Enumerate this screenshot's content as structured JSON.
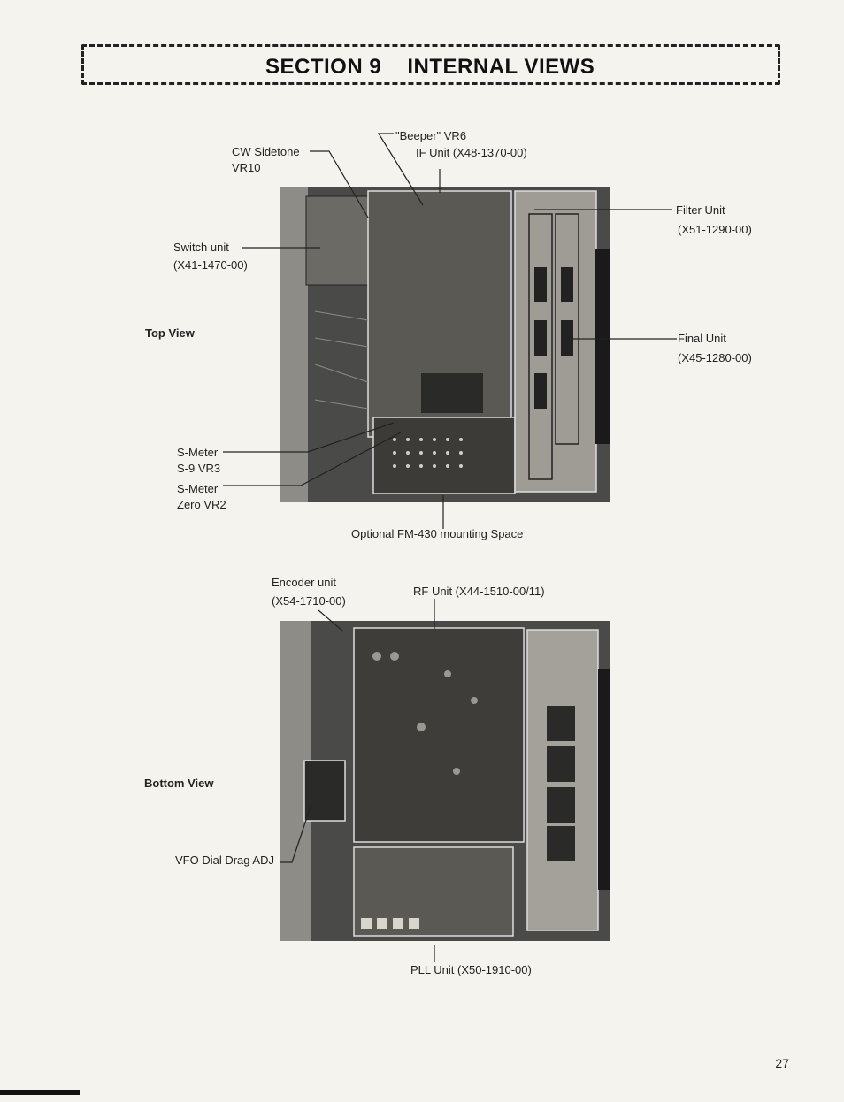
{
  "header": {
    "section": "SECTION 9",
    "title": "INTERNAL VIEWS"
  },
  "top_view": {
    "view_label": "Top View",
    "labels": {
      "beeper": "\"Beeper\" VR6",
      "if_unit": "IF Unit  (X48-1370-00)",
      "cw_sidetone_1": "CW Sidetone",
      "cw_sidetone_2": "VR10",
      "switch_unit_1": "Switch unit",
      "switch_unit_2": "(X41-1470-00)",
      "filter_unit_1": "Filter Unit",
      "filter_unit_2": "(X51-1290-00)",
      "final_unit_1": "Final Unit",
      "final_unit_2": "(X45-1280-00)",
      "s_meter_s9_1": "S-Meter",
      "s_meter_s9_2": "S-9 VR3",
      "s_meter_zero_1": "S-Meter",
      "s_meter_zero_2": "Zero VR2",
      "fm430": "Optional FM-430 mounting Space"
    }
  },
  "bottom_view": {
    "view_label": "Bottom View",
    "labels": {
      "encoder_1": "Encoder unit",
      "encoder_2": "(X54-1710-00)",
      "rf_unit": "RF Unit (X44-1510-00/11)",
      "vfo_drag": "VFO Dial Drag ADJ",
      "pll_unit": "PLL Unit    (X50-1910-00)"
    }
  },
  "page_number": "27"
}
